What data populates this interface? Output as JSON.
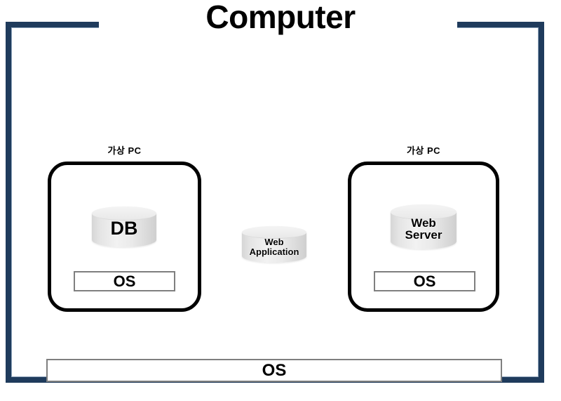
{
  "diagram": {
    "title": "Computer",
    "frame_color": "#1f3b5c",
    "virtual_machines": [
      {
        "label": "가상  PC",
        "component": "DB",
        "os_label": "OS"
      },
      {
        "label": "가상  PC",
        "component": "Web\nServer",
        "component_line1": "Web",
        "component_line2": "Server",
        "os_label": "OS"
      }
    ],
    "middle_component": {
      "line1": "Web",
      "line2": "Application"
    },
    "host_os": {
      "label": "OS"
    }
  }
}
